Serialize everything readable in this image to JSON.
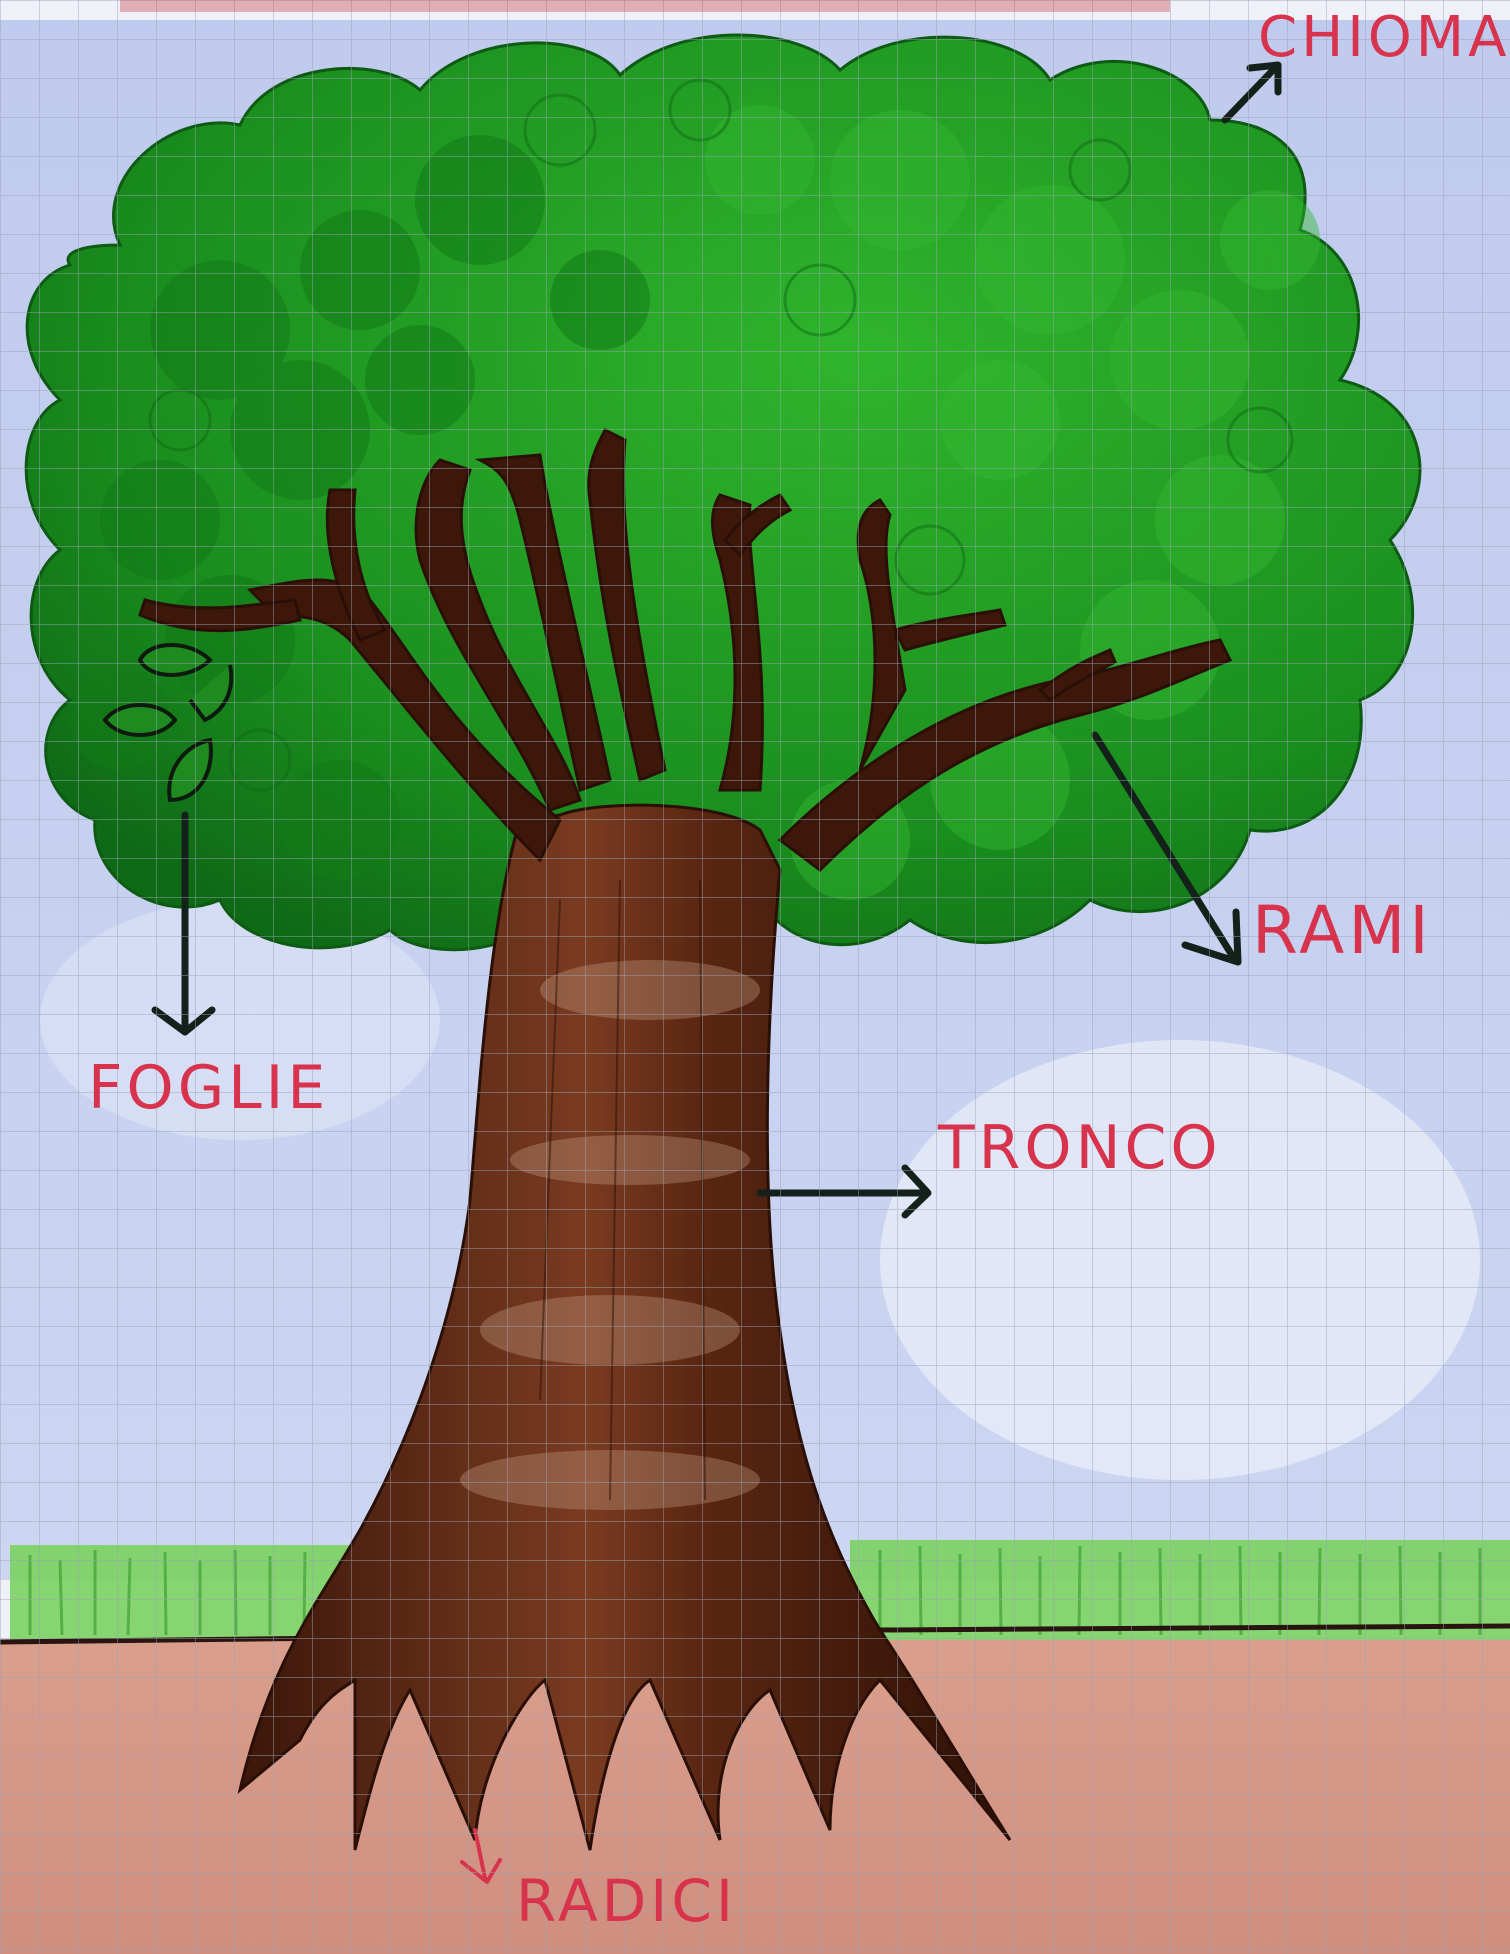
{
  "labels": {
    "chioma": "CHIOMA",
    "rami": "RAMI",
    "foglie": "FOGLIE",
    "tronco": "TRONCO",
    "radici": "RADICI"
  },
  "colors": {
    "paper": "#f4f6fb",
    "grid": "#9aa3b5",
    "sky": "#a9b8e6",
    "canopy": "#1f9a22",
    "canopy_dark": "#13701a",
    "trunk": "#4a1f10",
    "trunk_light": "#8a4a2a",
    "grass": "#6fcf5a",
    "soil": "#c97b63",
    "label": "#d8334c",
    "arrow": "#14201a"
  }
}
